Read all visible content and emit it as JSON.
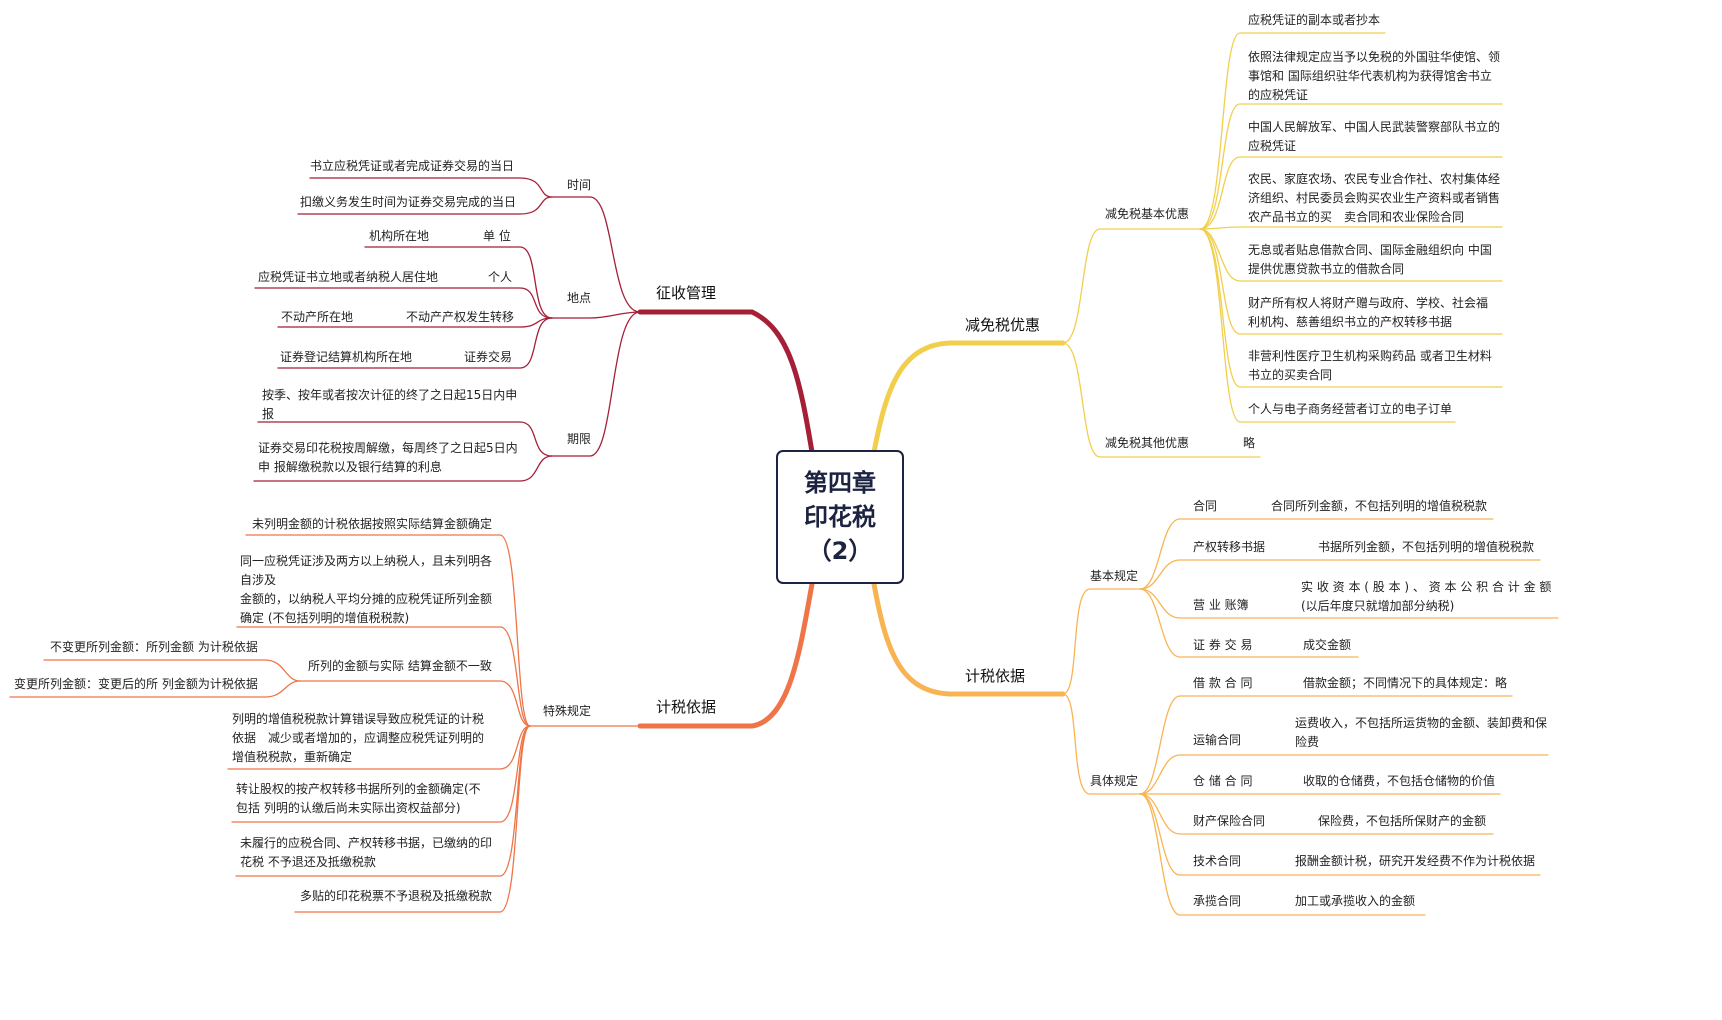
{
  "center": {
    "line1": "第四章",
    "line2": "印花税",
    "line3": "（2）"
  },
  "colors": {
    "zhengshou": "#a51f37",
    "jianmian": "#f1cf4d",
    "jisuiright": "#f8b453",
    "jisuileft": "#ef7548"
  },
  "zhengshou": {
    "title": "征收管理",
    "shijian": {
      "label": "时间",
      "items": [
        "书立应税凭证或者完成证券交易的当日",
        "扣缴义务发生时间为证券交易完成的当日"
      ]
    },
    "didian": {
      "label": "地点",
      "items": [
        {
          "right": "单 位",
          "left": "机构所在地"
        },
        {
          "right": "个人",
          "left": "应税凭证书立地或者纳税人居住地"
        },
        {
          "right": "不动产产权发生转移",
          "left": "不动产所在地"
        },
        {
          "right": "证券交易",
          "left": "证券登记结算机构所在地"
        }
      ]
    },
    "qixian": {
      "label": "期限",
      "items": [
        "按季、按年或者按次计征的终了之日起15日内申报",
        "证券交易印花税按周解缴，每周终了之日起5日内申 报解缴税款以及银行结算的利息"
      ]
    }
  },
  "jisui_left": {
    "title": "计税依据",
    "teshu": {
      "label": "特殊规定",
      "items": [
        "未列明金额的计税依据按照实际结算金额确定",
        "同一应税凭证涉及两方以上纳税人，且未列明各自涉及\n金额的，以纳税人平均分摊的应税凭证所列金额确定 (不包括列明的增值税税款)",
        "列明的增值税税款计算错误导致应税凭证的计税依据　减少或者增加的，应调整应税凭证列明的增值税税款，重新确定",
        "转让股权的按产权转移书据所列的金额确定(不包括 列明的认缴后尚未实际出资权益部分)",
        "未履行的应税合同、产权转移书据，已缴纳的印花税 不予退还及抵缴税款",
        "多贴的印花税票不予退税及抵缴税款"
      ],
      "diff": {
        "label": "所列的金额与实际 结算金额不一致",
        "items": [
          "不变更所列金额：所列金额 为计税依据",
          "变更所列金额：变更后的所 列金额为计税依据"
        ]
      }
    }
  },
  "jianmian": {
    "title": "减免税优惠",
    "basic": {
      "label": "减免税基本优惠",
      "items": [
        "应税凭证的副本或者抄本",
        "依照法律规定应当予以免税的外国驻华使馆、领事馆和 国际组织驻华代表机构为获得馆舍书立的应税凭证",
        "中国人民解放军、中国人民武装警察部队书立的应税凭证",
        "农民、家庭农场、农民专业合作社、农村集体经济组织、村民委员会购买农业生产资料或者销售农产品书立的买　卖合同和农业保险合同",
        "无息或者贴息借款合同、国际金融组织向 中国提供优惠贷款书立的借款合同",
        "财产所有权人将财产赠与政府、学校、社会福 利机构、慈善组织书立的产权转移书据",
        "非营利性医疗卫生机构采购药品 或者卫生材料书立的买卖合同",
        "个人与电子商务经营者订立的电子订单"
      ]
    },
    "other": {
      "label": "减免税其他优惠",
      "value": "略"
    }
  },
  "jisui_right": {
    "title": "计税依据",
    "basic": {
      "label": "基本规定",
      "items": [
        {
          "name": "合同",
          "desc": "合同所列金额，不包括列明的增值税税款"
        },
        {
          "name": "产权转移书据",
          "desc": "书据所列金额，不包括列明的增值税税款"
        },
        {
          "name": "营 业 账簿",
          "desc": "实 收 资 本 ( 股 本 ) 、 资 本 公 积 合 计 金 额 (以后年度只就增加部分纳税)"
        },
        {
          "name": "证 券 交 易",
          "desc": "成交金额"
        }
      ]
    },
    "specific": {
      "label": "具体规定",
      "items": [
        {
          "name": "借 款 合 同",
          "desc": "借款金额；不同情况下的具体规定：略"
        },
        {
          "name": "运输合同",
          "desc": "运费收入，不包括所运货物的金额、装卸费和保险费"
        },
        {
          "name": "仓 储 合 同",
          "desc": "收取的仓储费，不包括仓储物的价值"
        },
        {
          "name": "财产保险合同",
          "desc": "保险费，不包括所保财产的金额"
        },
        {
          "name": "技术合同",
          "desc": "报酬金额计税，研究开发经费不作为计税依据"
        },
        {
          "name": "承揽合同",
          "desc": "加工或承揽收入的金额"
        }
      ]
    }
  }
}
